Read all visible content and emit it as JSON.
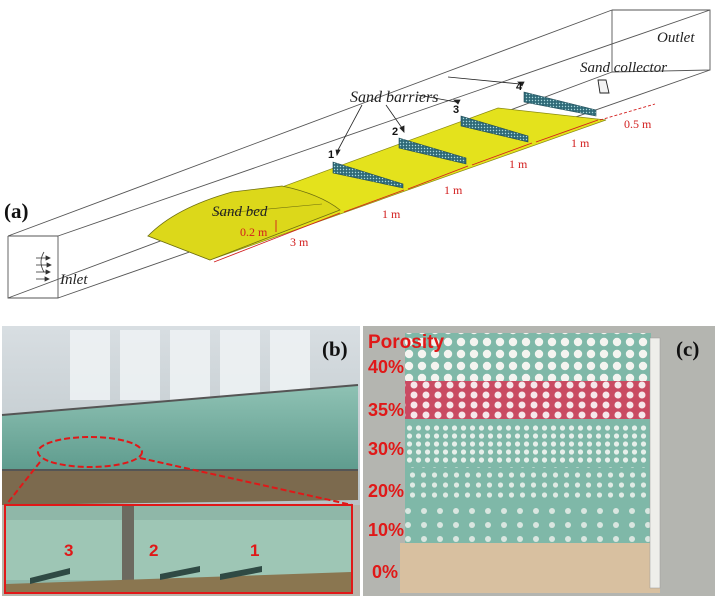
{
  "panel_a": {
    "label": "(a)",
    "outlet": "Outlet",
    "sand_collector": "Sand collector",
    "sand_barriers": "Sand barriers",
    "sand_bed": "Sand bed",
    "inlet": "Inlet",
    "barrier_numbers": [
      "1",
      "2",
      "3",
      "4"
    ],
    "dim_height": "0.2 m",
    "dim_bed": "3 m",
    "dim_gap1": "1 m",
    "dim_gap2": "1 m",
    "dim_gap3": "1 m",
    "dim_gap4": "1 m",
    "dim_outlet": "0.5 m"
  },
  "panel_b": {
    "label": "(b)",
    "inset_numbers": [
      "3",
      "2",
      "1"
    ]
  },
  "panel_c": {
    "label": "(c)",
    "title": "Porosity",
    "levels": [
      "40%",
      "35%",
      "30%",
      "20%",
      "10%",
      "0%"
    ]
  },
  "colors": {
    "sand": "#e4e21c",
    "barrier": "#2f6a78",
    "dimension": "#d21e1e",
    "porosity_label": "#e01818"
  }
}
